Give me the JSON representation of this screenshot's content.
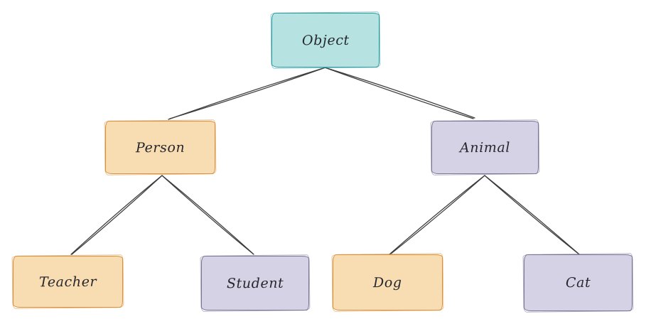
{
  "colors": {
    "background": "#ffffff",
    "edge": "#3b3b3b",
    "teal_fill": "#b6e3e2",
    "teal_stroke": "#2f9ca3",
    "orange_fill": "#f8dcb2",
    "orange_stroke": "#d9913e",
    "purple_fill": "#d6d2e5",
    "purple_stroke": "#7b7695",
    "text": "#26272e"
  },
  "nodes": [
    {
      "id": "object",
      "label": "Object",
      "fill": "#b6e3e2",
      "stroke": "#2f9ca3"
    },
    {
      "id": "person",
      "label": "Person",
      "fill": "#f8dcb2",
      "stroke": "#d9913e"
    },
    {
      "id": "animal",
      "label": "Animal",
      "fill": "#d6d2e5",
      "stroke": "#7b7695"
    },
    {
      "id": "teacher",
      "label": "Teacher",
      "fill": "#f8dcb2",
      "stroke": "#d9913e"
    },
    {
      "id": "student",
      "label": "Student",
      "fill": "#d6d2e5",
      "stroke": "#7b7695"
    },
    {
      "id": "dog",
      "label": "Dog",
      "fill": "#f8dcb2",
      "stroke": "#d9913e"
    },
    {
      "id": "cat",
      "label": "Cat",
      "fill": "#d6d2e5",
      "stroke": "#7b7695"
    }
  ],
  "edges": [
    {
      "from": "Object",
      "to": "Person"
    },
    {
      "from": "Object",
      "to": "Animal"
    },
    {
      "from": "Person",
      "to": "Teacher"
    },
    {
      "from": "Person",
      "to": "Student"
    },
    {
      "from": "Animal",
      "to": "Dog"
    },
    {
      "from": "Animal",
      "to": "Cat"
    }
  ]
}
